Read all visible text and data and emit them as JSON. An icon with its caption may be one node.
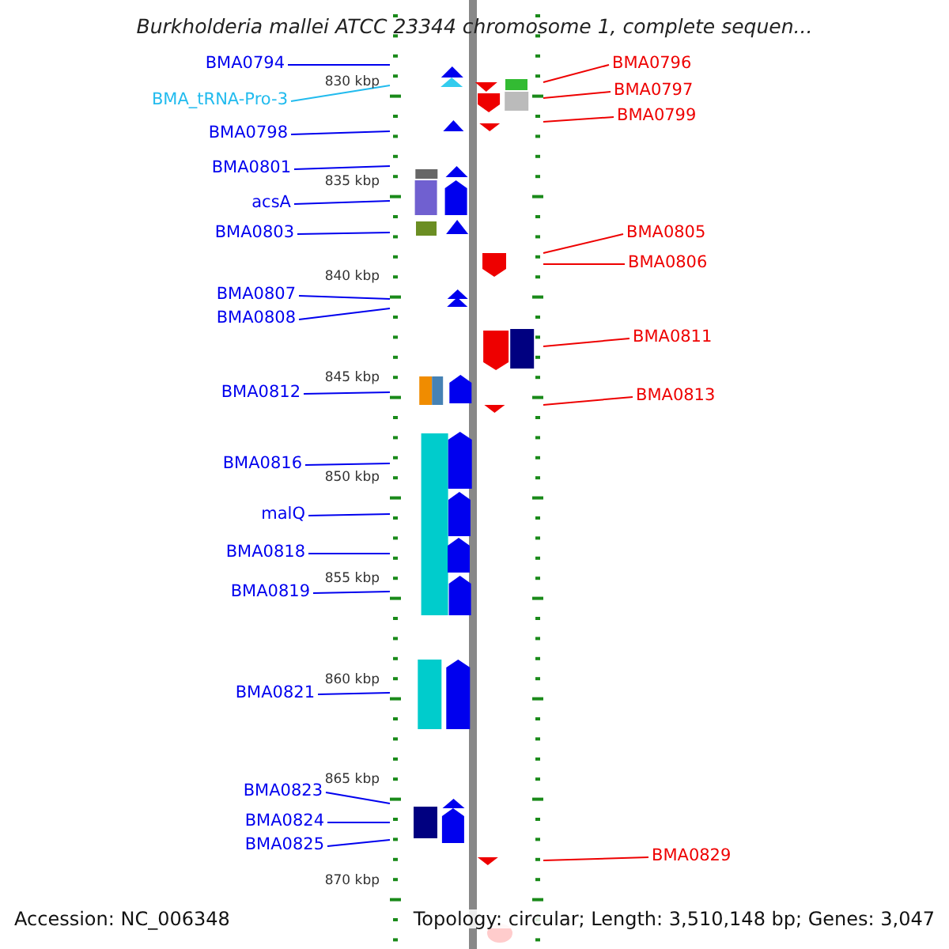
{
  "diagram": {
    "title": "Burkholderia mallei ATCC 23344 chromosome 1, complete sequen...",
    "nodes": [
      {
        "text": [
          "BMA0794"
        ]
      },
      {
        "text": [
          "BMA_tRNA-Pro-3"
        ]
      },
      {
        "text": [
          "BMA0798"
        ]
      },
      {
        "text": [
          "BMA0801"
        ]
      },
      {
        "text": [
          "acsA"
        ]
      },
      {
        "text": [
          "BMA0803"
        ]
      },
      {
        "text": [
          "BMA0807"
        ]
      },
      {
        "text": [
          "BMA0808"
        ]
      },
      {
        "text": [
          "BMA0812"
        ]
      },
      {
        "text": [
          "BMA0816"
        ]
      },
      {
        "text": [
          "malQ"
        ]
      },
      {
        "text": [
          "BMA0818"
        ]
      },
      {
        "text": [
          "BMA0819"
        ]
      },
      {
        "text": [
          "BMA0821"
        ]
      },
      {
        "text": [
          "BMA0823"
        ]
      },
      {
        "text": [
          "BMA0824"
        ]
      },
      {
        "text": [
          "BMA0825"
        ]
      },
      {
        "text": [
          "BMA0796"
        ]
      },
      {
        "text": [
          "BMA0797"
        ]
      },
      {
        "text": [
          "BMA0799"
        ]
      },
      {
        "text": [
          "BMA0805"
        ]
      },
      {
        "text": [
          "BMA0806"
        ]
      },
      {
        "text": [
          "BMA0811"
        ]
      },
      {
        "text": [
          "BMA0813"
        ]
      },
      {
        "text": [
          "BMA0829"
        ]
      },
      {
        "text": [],
        "shape": "bar"
      },
      {
        "text": [],
        "shape": "bar"
      }
    ],
    "edges": [
      {
        "from": 0,
        "to": 25,
        "arrow": "none"
      },
      {
        "from": 1,
        "to": 25,
        "arrow": "none",
        "color": "#22bbee"
      },
      {
        "from": 2,
        "to": 25,
        "arrow": "none"
      },
      {
        "from": 3,
        "to": 25,
        "arrow": "none"
      },
      {
        "from": 4,
        "to": 25,
        "arrow": "none"
      },
      {
        "from": 5,
        "to": 25,
        "arrow": "none"
      },
      {
        "from": 6,
        "to": 25,
        "arrow": "none"
      },
      {
        "from": 7,
        "to": 25,
        "arrow": "none"
      },
      {
        "from": 8,
        "to": 25,
        "arrow": "none"
      },
      {
        "from": 9,
        "to": 25,
        "arrow": "none"
      },
      {
        "from": 10,
        "to": 25,
        "arrow": "none"
      },
      {
        "from": 11,
        "to": 25,
        "arrow": "none"
      },
      {
        "from": 12,
        "to": 25,
        "arrow": "none"
      },
      {
        "from": 13,
        "to": 25,
        "arrow": "none"
      },
      {
        "from": 14,
        "to": 25,
        "arrow": "none"
      },
      {
        "from": 15,
        "to": 25,
        "arrow": "none"
      },
      {
        "from": 16,
        "to": 25,
        "arrow": "none"
      },
      {
        "from": 17,
        "to": 26,
        "arrow": "none",
        "color": "#ee0000"
      },
      {
        "from": 18,
        "to": 26,
        "arrow": "none",
        "color": "#ee0000"
      },
      {
        "from": 19,
        "to": 26,
        "arrow": "none",
        "color": "#ee0000"
      },
      {
        "from": 20,
        "to": 26,
        "arrow": "none",
        "color": "#ee0000"
      },
      {
        "from": 21,
        "to": 26,
        "arrow": "none",
        "color": "#ee0000"
      },
      {
        "from": 22,
        "to": 26,
        "arrow": "none",
        "color": "#ee0000"
      },
      {
        "from": 23,
        "to": 26,
        "arrow": "none",
        "color": "#ee0000"
      },
      {
        "from": 24,
        "to": 26,
        "arrow": "none",
        "color": "#ee0000"
      }
    ],
    "labels": [
      "830 kbp",
      "835 kbp",
      "840 kbp",
      "845 kbp",
      "850 kbp",
      "855 kbp",
      "860 kbp",
      "865 kbp",
      "870 kbp",
      "Accession: NC_006348",
      "Topology: circular; Length: 3,510,148 bp; Genes: 3,047"
    ]
  }
}
